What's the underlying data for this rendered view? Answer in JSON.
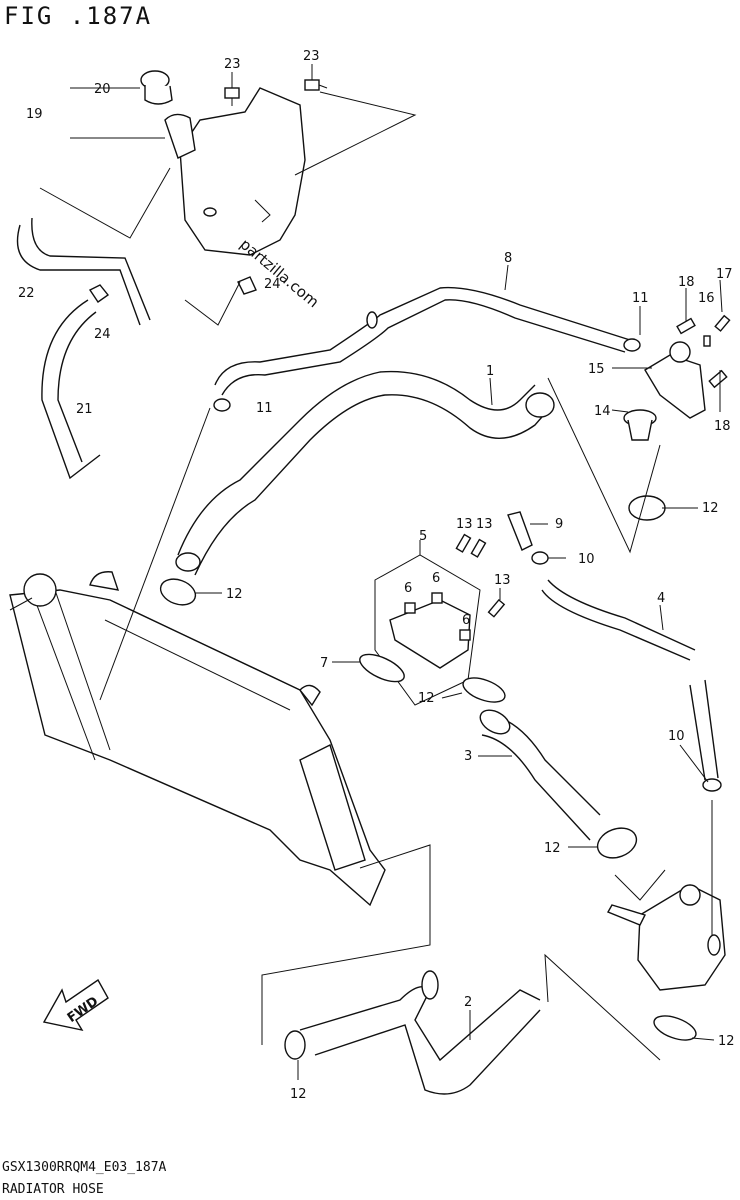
{
  "figure": {
    "title": "FIG .187A",
    "code": "GSX1300RRQM4_E03_187A",
    "caption": "RADIATOR HOSE",
    "watermark": "partzilla.com",
    "fwd_label": "FWD"
  },
  "callouts": {
    "c1": "1",
    "c2": "2",
    "c3": "3",
    "c4": "4",
    "c5": "5",
    "c6a": "6",
    "c6b": "6",
    "c6c": "6",
    "c7": "7",
    "c8": "8",
    "c9": "9",
    "c10a": "10",
    "c10b": "10",
    "c11a": "11",
    "c11b": "11",
    "c12a": "12",
    "c12b": "12",
    "c12c": "12",
    "c12d": "12",
    "c12e": "12",
    "c12f": "12",
    "c13a": "13",
    "c13b": "13",
    "c13c": "13",
    "c14": "14",
    "c15": "15",
    "c16": "16",
    "c17": "17",
    "c18a": "18",
    "c18b": "18",
    "c19": "19",
    "c20": "20",
    "c21": "21",
    "c22": "22",
    "c23a": "23",
    "c23b": "23",
    "c24a": "24",
    "c24b": "24"
  }
}
